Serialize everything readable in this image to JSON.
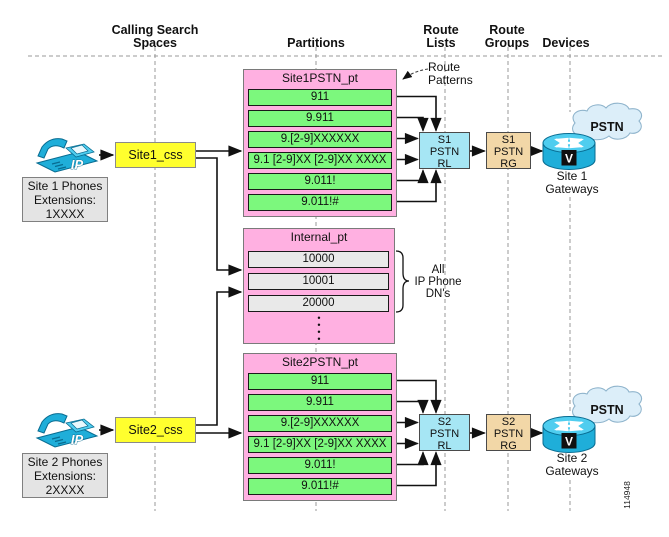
{
  "figure_id": "114948",
  "headers": {
    "calling_search_spaces": "Calling Search\nSpaces",
    "partitions": "Partitions",
    "route_lists": "Route\nLists",
    "route_groups": "Route\nGroups",
    "devices": "Devices"
  },
  "annotations": {
    "route_patterns": "Route\nPatterns",
    "dn_note": "All\nIP Phone\nDN's",
    "ellipsis": "•\n•\n•\n•"
  },
  "site1": {
    "phone_box": "Site 1 Phones\nExtensions:\n1XXXX",
    "phone_icon_label": "IP",
    "css_label": "Site1_css",
    "partition_title": "Site1PSTN_pt",
    "route_patterns": [
      "911",
      "9.911",
      "9.[2-9]XXXXXX",
      "9.1 [2-9]XX [2-9]XX XXXX",
      "9.011!",
      "9.011!#"
    ],
    "route_list": "S1\nPSTN\nRL",
    "route_group": "S1\nPSTN\nRG",
    "cloud_label": "PSTN",
    "router_badge": "V",
    "gateway_label": "Site 1\nGateways"
  },
  "site2": {
    "phone_box": "Site 2 Phones\nExtensions:\n2XXXX",
    "phone_icon_label": "IP",
    "css_label": "Site2_css",
    "partition_title": "Site2PSTN_pt",
    "route_patterns": [
      "911",
      "9.911",
      "9.[2-9]XXXXXX",
      "9.1 [2-9]XX [2-9]XX XXXX",
      "9.011!",
      "9.011!#"
    ],
    "route_list": "S2\nPSTN\nRL",
    "route_group": "S2\nPSTN\nRG",
    "cloud_label": "PSTN",
    "router_badge": "V",
    "gateway_label": "Site 2\nGateways"
  },
  "internal": {
    "partition_title": "Internal_pt",
    "dns": [
      "10000",
      "10001",
      "20000"
    ]
  },
  "colors": {
    "partition_pink": "#FFB0E1",
    "row_green": "#7CF87D",
    "row_gray": "#E9E9E9",
    "css_yellow": "#FFFF2E",
    "rl_cyan": "#A6E6F4",
    "rg_tan": "#F2D7A7",
    "label_gray": "#E4E4E4",
    "device_cyan": "#1FAED9",
    "device_cyan_light": "#4FCDEF",
    "cloud_fill": "#DCEEF9"
  }
}
